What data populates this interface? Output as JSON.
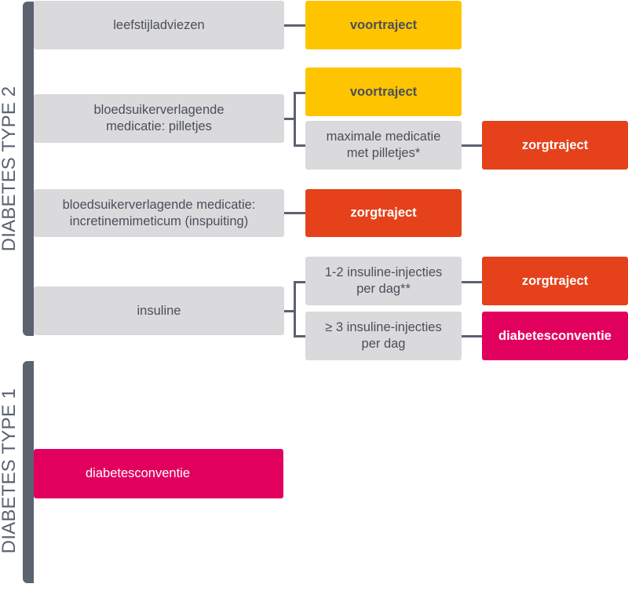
{
  "colors": {
    "bar": "#5b6270",
    "grey": "#dadadd",
    "yellow": "#ffc400",
    "orange": "#e5421b",
    "pink": "#e2005f"
  },
  "type2": {
    "label": "DIABETES TYPE 2",
    "rows": {
      "lifestyle": {
        "label": "leefstijladviezen",
        "result": "voortraject"
      },
      "pills": {
        "label": "bloedsuikerverlagende\nmedicatie: pilletjes",
        "result_top": "voortraject",
        "result_bottom": "maximale medicatie\nmet pilletjes*",
        "result_bottom_outcome": "zorgtraject"
      },
      "incretin": {
        "label": "bloedsuikerverlagende medicatie:\nincretinemimeticum (inspuiting)",
        "result": "zorgtraject"
      },
      "insulin": {
        "label": "insuline",
        "option_1": "1-2 insuline-injecties\nper dag**",
        "option_1_outcome": "zorgtraject",
        "option_2": "≥ 3 insuline-injecties\nper dag",
        "option_2_outcome": "diabetesconventie"
      }
    }
  },
  "type1": {
    "label": "DIABETES TYPE 1",
    "result": "diabetesconventie"
  }
}
